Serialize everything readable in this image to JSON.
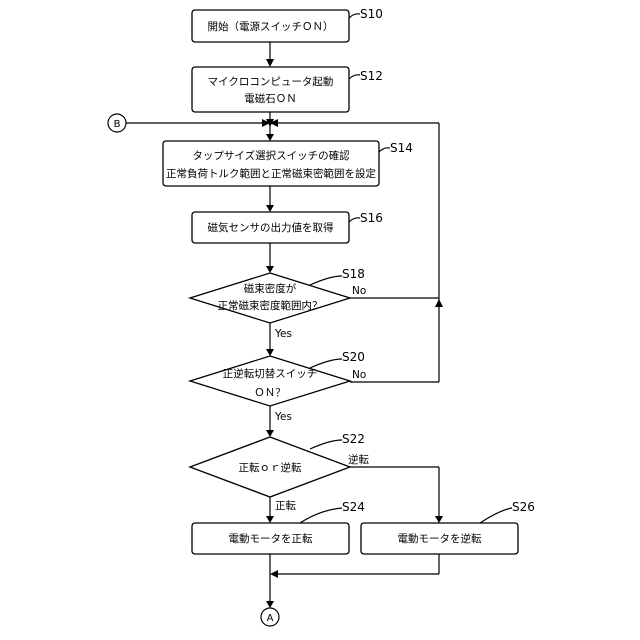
{
  "steps": {
    "s10": {
      "label": "S10",
      "text": "開始（電源スイッチＯＮ）"
    },
    "s12": {
      "label": "S12",
      "line1": "マイクロコンピュータ起動",
      "line2": "電磁石ＯＮ"
    },
    "s14": {
      "label": "S14",
      "line1": "タップサイズ選択スイッチの確認",
      "line2": "正常負荷トルク範囲と正常磁束密範囲を設定"
    },
    "s16": {
      "label": "S16",
      "text": "磁気センサの出力値を取得"
    },
    "s18": {
      "label": "S18",
      "line1": "磁束密度が",
      "line2": "正常磁束密度範囲内？",
      "no": "No",
      "yes": "Yes"
    },
    "s20": {
      "label": "S20",
      "line1": "正逆転切替スイッチ",
      "line2": "ＯＮ？",
      "no": "No",
      "yes": "Yes"
    },
    "s22": {
      "label": "S22",
      "text": "正転ｏｒ逆転",
      "forward": "正転",
      "reverse": "逆転"
    },
    "s24": {
      "label": "S24",
      "text": "電動モータを正転"
    },
    "s26": {
      "label": "S26",
      "text": "電動モータを逆転"
    }
  },
  "connectors": {
    "b": "B",
    "a": "A"
  }
}
